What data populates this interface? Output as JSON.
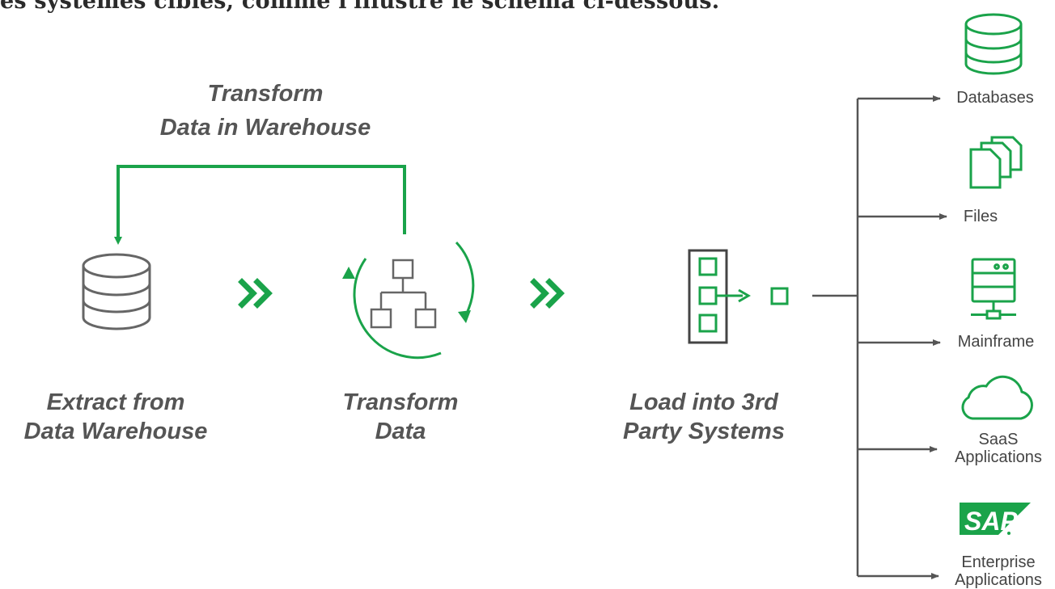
{
  "caption_line": "es systèmes cibles, comme l'illustre le schéma ci-dessous.",
  "loop_label": [
    "Transform",
    "Data in Warehouse"
  ],
  "stages": [
    {
      "label": [
        "Extract from",
        "Data Warehouse"
      ],
      "icon": "database-icon"
    },
    {
      "label": [
        "Transform",
        "Data"
      ],
      "icon": "hierarchy-cycle-icon"
    },
    {
      "label": [
        "Load into 3rd",
        "Party Systems"
      ],
      "icon": "load-columns-icon"
    }
  ],
  "targets": [
    {
      "label": [
        "Databases"
      ],
      "icon": "database-icon"
    },
    {
      "label": [
        "Files"
      ],
      "icon": "files-icon"
    },
    {
      "label": [
        "Mainframe"
      ],
      "icon": "server-icon"
    },
    {
      "label": [
        "SaaS",
        "Applications"
      ],
      "icon": "cloud-icon"
    },
    {
      "label": [
        "Enterprise",
        "Applications"
      ],
      "icon": "sap-logo",
      "logo_text": "SAP"
    }
  ],
  "colors": {
    "accent": "#1aa34a",
    "text": "#555555",
    "line": "#555555",
    "icon_gray": "#666666"
  }
}
